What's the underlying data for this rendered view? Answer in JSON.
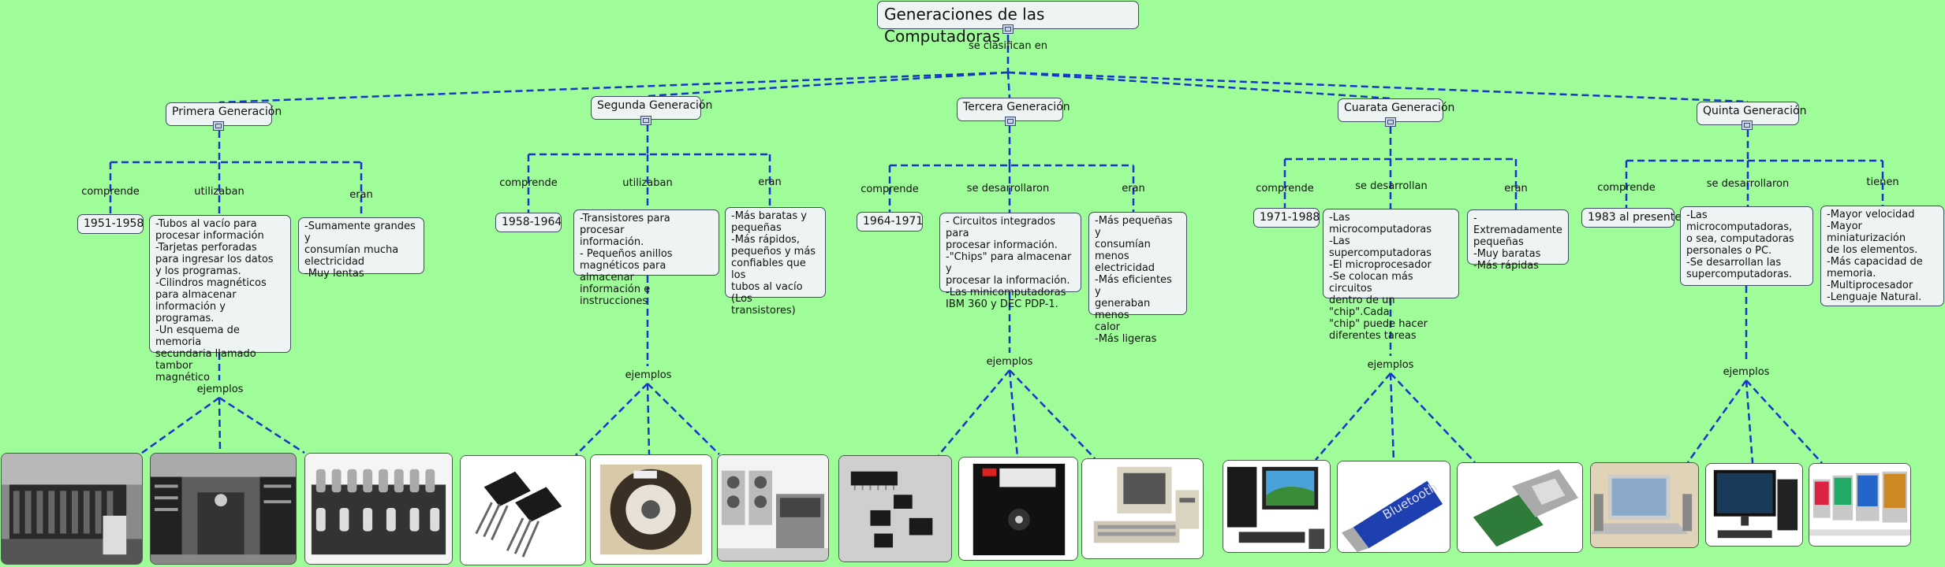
{
  "title": "Generaciones de las Computadoras",
  "root_link": "se clasifican en",
  "generations": [
    {
      "name": "Primera Generación",
      "links": [
        "comprende",
        "utilizaban",
        "eran"
      ],
      "dates": "1951-1958",
      "uses": "-Tubos al vacío para\n procesar información\n-Tarjetas perforadas\n para ingresar los datos\n y los programas.\n-Cilindros magnéticos\n para almacenar\ninformación y programas.\n-Un esquema de memoria\nsecundaria llamado tambor\n magnético",
      "traits": "-Sumamente grandes y\n consumían mucha\n electricidad\n-Muy lentas",
      "examples_label": "ejemplos",
      "example_icons": [
        "univac-computer-room-photo",
        "eniac-computer-room-photo",
        "vacuum-tubes-photo"
      ]
    },
    {
      "name": "Segunda Generación",
      "links": [
        "comprende",
        "utilizaban",
        "eran"
      ],
      "dates": "1958-1964",
      "uses": "-Transistores para procesar\n información.\n- Pequeños anillos\nmagnéticos para almacenar\n información e instrucciones",
      "traits": "-Más baratas y\npequeñas\n-Más rápidos,\npequeños y más\nconfiables que los\ntubos al vacío\n(Los transistores)",
      "examples_label": "ejemplos",
      "example_icons": [
        "transistors-photo",
        "magnetic-tape-reel-photo",
        "tape-drive-computers-photo"
      ]
    },
    {
      "name": "Tercera Generación",
      "links": [
        "comprende",
        "se desarrollaron",
        "eran"
      ],
      "dates": "1964-1971",
      "uses": "- Circuitos integrados para\nprocesar información.\n-\"Chips\" para almacenar y\nprocesar la información.\n-Las minicomputadoras\n IBM 360 y DEC PDP-1.",
      "traits": "-Más pequeñas y\nconsumían menos\nelectricidad\n-Más eficientes y\ngeneraban menos\ncalor\n-Más ligeras",
      "examples_label": "ejemplos",
      "example_icons": [
        "integrated-circuit-chips-photo",
        "floppy-disk-photo",
        "minicomputer-photo"
      ]
    },
    {
      "name": "Cuarata Generación",
      "links": [
        "comprende",
        "se desarrollan",
        "eran"
      ],
      "dates": "1971-1988",
      "uses": "-Las microcomputadoras\n-Las supercomputadoras\n-El microprocesador\n-Se colocan más circuitos\ndentro de un \"chip\".Cada\n\"chip\" puede hacer\n diferentes tareas",
      "traits": "-Extremadamente\npequeñas\n-Muy baratas\n-Más rápidas",
      "examples_label": "ejemplos",
      "example_icons": [
        "desktop-pc-photo",
        "bluetooth-usb-adapter-photo",
        "microprocessor-photo"
      ]
    },
    {
      "name": "Quinta Generación",
      "links": [
        "comprende",
        "se desarrollaron",
        "tienen"
      ],
      "dates": "1983 al presente",
      "uses": "-Las microcomputadoras,\no sea, computadoras\npersonales o PC.\n-Se desarrollan las\nsupercomputadoras.",
      "traits": "-Mayor velocidad\n-Mayor miniaturización\nde los elementos.\n-Más capacidad de\nmemoria.\n-Multiprocesador\n-Lenguaje Natural.",
      "examples_label": "ejemplos",
      "example_icons": [
        "laptop-photo",
        "modern-desktop-photo",
        "imac-lineup-photo"
      ]
    }
  ]
}
